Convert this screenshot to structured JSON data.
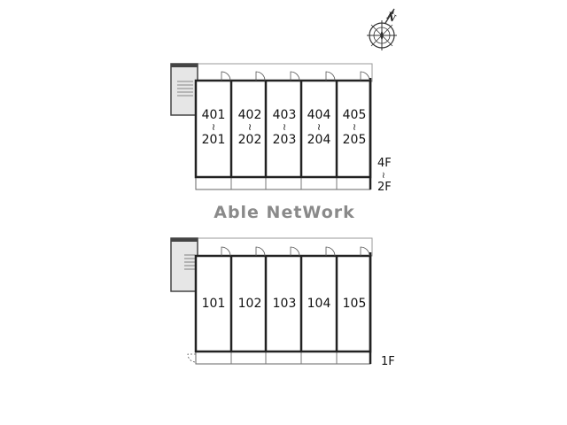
{
  "watermark": "Able NetWork",
  "compass": {
    "north_label": "N"
  },
  "upper_block": {
    "units": [
      {
        "top": "401",
        "sep": "≀",
        "bottom": "201"
      },
      {
        "top": "402",
        "sep": "≀",
        "bottom": "202"
      },
      {
        "top": "403",
        "sep": "≀",
        "bottom": "203"
      },
      {
        "top": "404",
        "sep": "≀",
        "bottom": "204"
      },
      {
        "top": "405",
        "sep": "≀",
        "bottom": "205"
      }
    ],
    "floor_label": {
      "top": "4F",
      "sep": "≀",
      "bottom": "2F"
    }
  },
  "lower_block": {
    "units": [
      "101",
      "102",
      "103",
      "104",
      "105"
    ],
    "floor_label": "1F"
  }
}
